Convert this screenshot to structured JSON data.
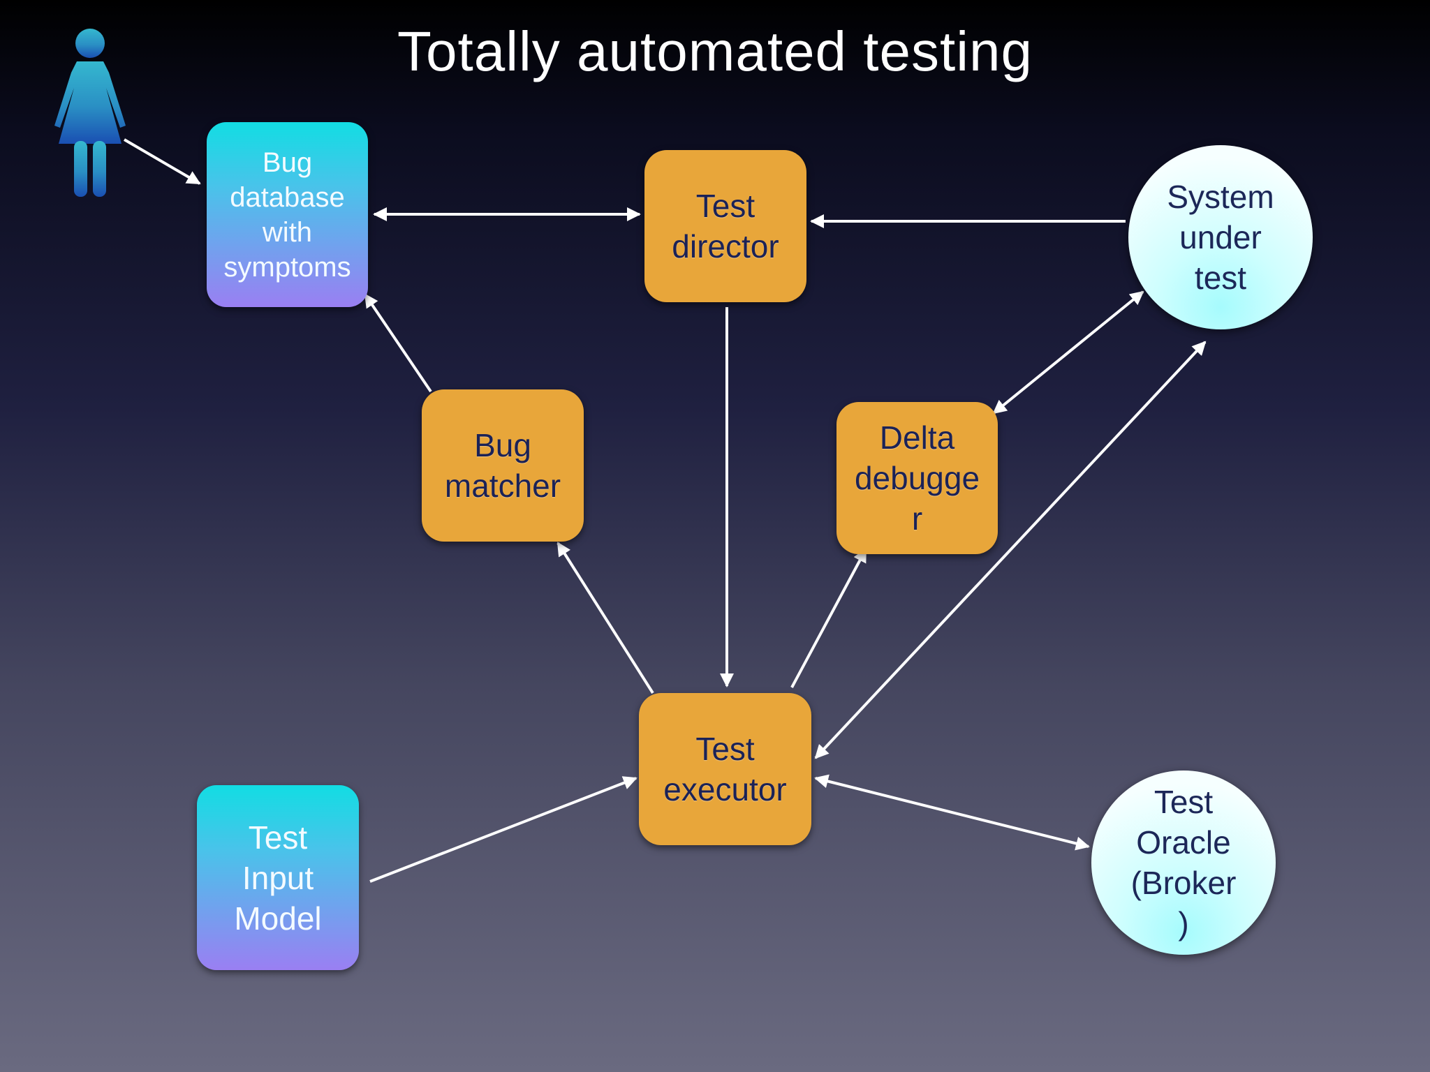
{
  "title": "Totally automated testing",
  "nodes": {
    "bug_database": "Bug\ndatabase\nwith\nsymptoms",
    "test_director": "Test\ndirector",
    "system_under_test": "System\nunder\ntest",
    "bug_matcher": "Bug\nmatcher",
    "delta_debugger": "Delta\ndebugge\nr",
    "test_executor": "Test\nexecutor",
    "test_input_model": "Test\nInput\nModel",
    "test_oracle": "Test\nOracle\n(Broker\n)"
  },
  "icons": {
    "person": "person-icon"
  },
  "colors": {
    "orange_box": "#e8a63a",
    "box_text": "#1b2257",
    "gradient_top": "#12dde3",
    "gradient_bottom": "#9a7ff2",
    "circle_fill": "#cffefe",
    "person_icon": "#2aa7c8",
    "arrow": "#ffffff"
  }
}
